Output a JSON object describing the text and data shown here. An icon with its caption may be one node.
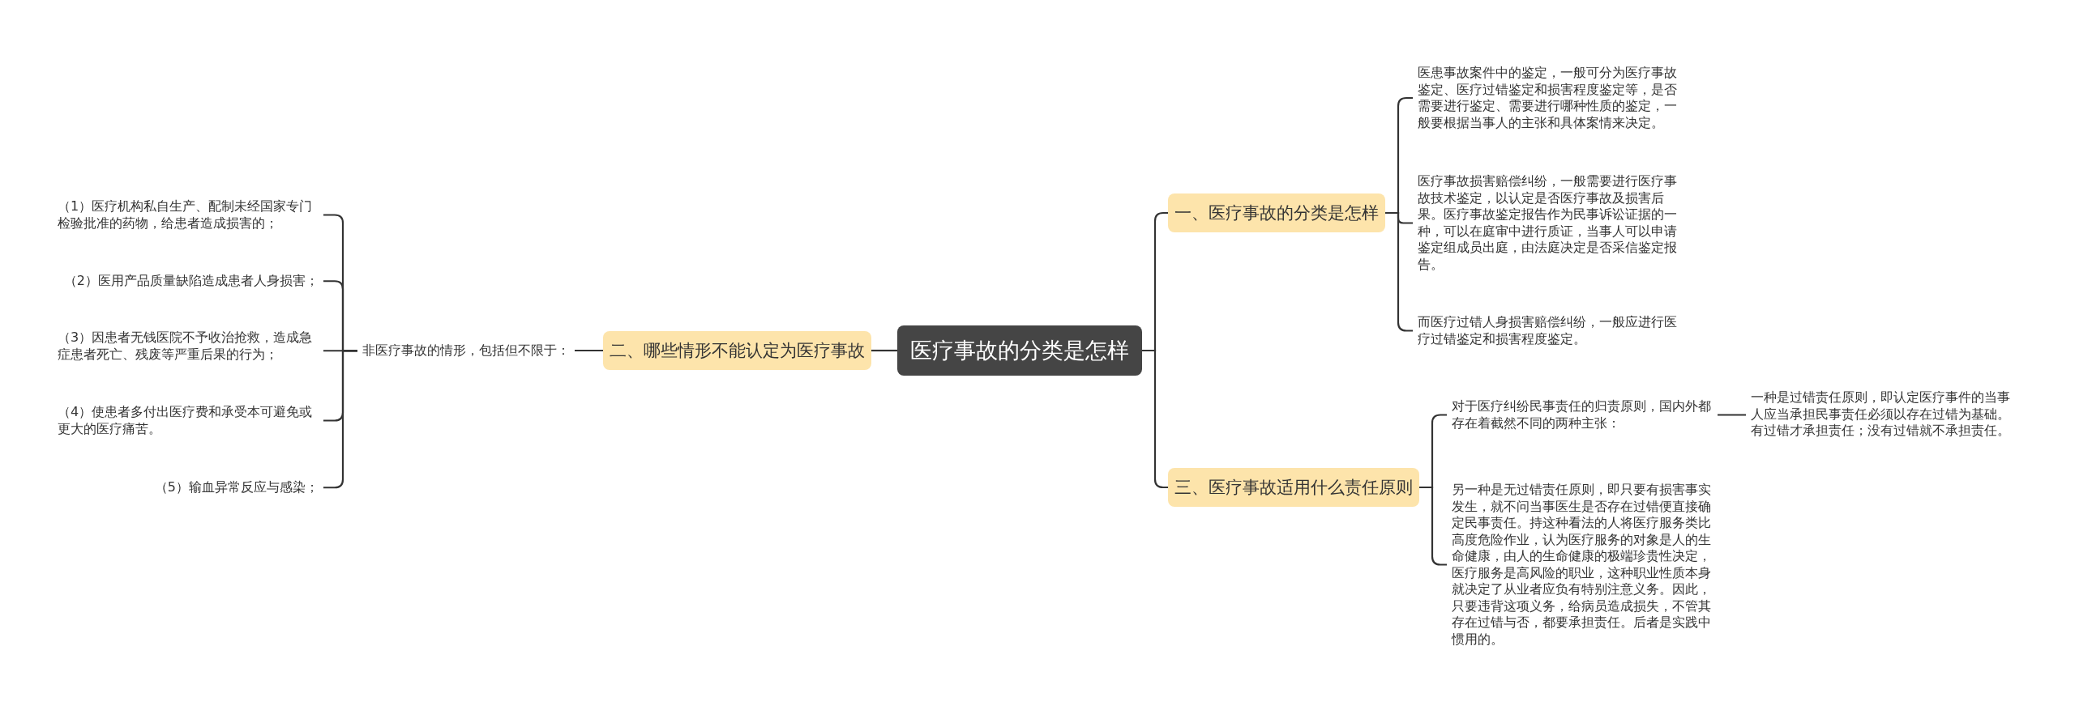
{
  "diagram": {
    "nodes": [
      {
        "text": [
          "医疗事故的分类是怎样"
        ]
      },
      {
        "text": [
          "一、医疗事故的分类是怎样"
        ]
      },
      {
        "text": [
          "医患事故案件中的鉴定，一般可分为医疗事故鉴定、医疗过错鉴定和损害程度鉴定等，是否需要进行鉴定、需要进行哪种性质的鉴定，一般要根据当事人的主张和具体案情来决定。"
        ]
      },
      {
        "text": [
          "医疗事故损害赔偿纠纷，一般需要进行医疗事故技术鉴定，以认定是否医疗事故及损害后果。医疗事故鉴定报告作为民事诉讼证据的一种，可以在庭审中进行质证，当事人可以申请鉴定组成员出庭，由法庭决定是否采信鉴定报告。"
        ]
      },
      {
        "text": [
          "而医疗过错人身损害赔偿纠纷，一般应进行医疗过错鉴定和损害程度鉴定。"
        ]
      },
      {
        "text": [
          "二、哪些情形不能认定为医疗事故"
        ]
      },
      {
        "text": [
          "非医疗事故的情形，包括但不限于："
        ]
      },
      {
        "text": [
          "（1）医疗机构私自生产、配制未经国家专门检验批准的药物，给患者造成损害的；"
        ]
      },
      {
        "text": [
          "（2）医用产品质量缺陷造成患者人身损害；"
        ]
      },
      {
        "text": [
          "（3）因患者无钱医院不予收治抢救，造成急症患者死亡、残废等严重后果的行为；"
        ]
      },
      {
        "text": [
          "（4）使患者多付出医疗费和承受本可避免或更大的医疗痛苦。"
        ]
      },
      {
        "text": [
          "（5）输血异常反应与感染；"
        ]
      },
      {
        "text": [
          "三、医疗事故适用什么责任原则"
        ]
      },
      {
        "text": [
          "对于医疗纠纷民事责任的归责原则，国内外都存在着截然不同的两种主张："
        ]
      },
      {
        "text": [
          "一种是过错责任原则，即认定医疗事件的当事人应当承担民事责任必须以存在过错为基础。有过错才承担责任；没有过错就不承担责任。"
        ]
      },
      {
        "text": [
          "另一种是无过错责任原则，即只要有损害事实发生，就不问当事医生是否存在过错便直接确定民事责任。持这种看法的人将医疗服务类比高度危险作业，认为医疗服务的对象是人的生命健康，由人的生命健康的极端珍贵性决定，医疗服务是高风险的职业，这种职业性质本身就决定了从业者应负有特别注意义务。因此，只要违背这项义务，给病员造成损失，不管其存在过错与否，都要承担责任。后者是实践中惯用的。"
        ]
      }
    ],
    "edges": [
      {
        "from": 0,
        "to": 1,
        "arrow": "none"
      },
      {
        "from": 0,
        "to": 5,
        "arrow": "none"
      },
      {
        "from": 0,
        "to": 12,
        "arrow": "none"
      },
      {
        "from": 1,
        "to": 2,
        "arrow": "none"
      },
      {
        "from": 1,
        "to": 3,
        "arrow": "none"
      },
      {
        "from": 1,
        "to": 4,
        "arrow": "none"
      },
      {
        "from": 5,
        "to": 6,
        "arrow": "none"
      },
      {
        "from": 6,
        "to": 7,
        "arrow": "none"
      },
      {
        "from": 6,
        "to": 8,
        "arrow": "none"
      },
      {
        "from": 6,
        "to": 9,
        "arrow": "none"
      },
      {
        "from": 6,
        "to": 10,
        "arrow": "none"
      },
      {
        "from": 6,
        "to": 11,
        "arrow": "none"
      },
      {
        "from": 12,
        "to": 13,
        "arrow": "none"
      },
      {
        "from": 12,
        "to": 15,
        "arrow": "none"
      },
      {
        "from": 13,
        "to": 14,
        "arrow": "none"
      }
    ]
  }
}
